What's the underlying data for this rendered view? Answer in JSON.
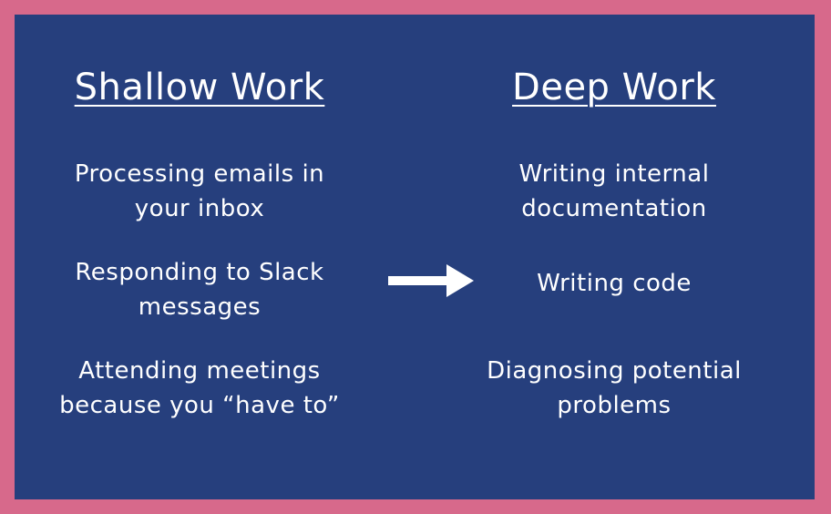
{
  "shallow": {
    "title": "Shallow Work",
    "items": [
      {
        "line1": "Processing emails in",
        "line2": "your inbox"
      },
      {
        "line1": "Responding to Slack",
        "line2": "messages"
      },
      {
        "line1": "Attending meetings",
        "line2": "because you “have to”"
      }
    ]
  },
  "deep": {
    "title": "Deep Work",
    "items": [
      {
        "line1": "Writing internal",
        "line2": "documentation"
      },
      {
        "line1": "Writing code",
        "line2": ""
      },
      {
        "line1": "Diagnosing potential",
        "line2": "problems"
      }
    ]
  },
  "icons": {
    "arrow": "arrow-right-icon"
  },
  "colors": {
    "border": "#d7698b",
    "panel": "#263f7d",
    "text": "#ffffff"
  }
}
